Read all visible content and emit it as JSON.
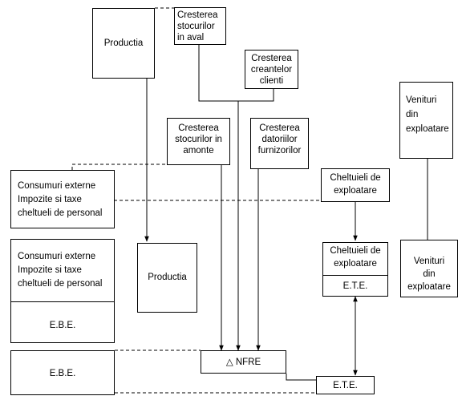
{
  "nodes": {
    "productia_top": "Productia",
    "crest_stoc_aval": [
      "Cresterea",
      "stocurilor",
      "in aval"
    ],
    "crest_creante": [
      "Cresterea",
      "creantelor",
      "clienti"
    ],
    "crest_stoc_amonte": [
      "Cresterea",
      "stocurilor in",
      "amonte"
    ],
    "crest_datorii": [
      "Cresterea",
      "datoriilor",
      "furnizorilor"
    ],
    "venituri_top": [
      "Venituri",
      "din",
      "exploatare"
    ],
    "costs_top": [
      "Consumuri externe",
      "Impozite si taxe",
      "cheltueli de personal"
    ],
    "cheltuieli_top": [
      "Cheltuieli de",
      "exploatare"
    ],
    "costs_mid": [
      "Consumuri externe",
      "Impozite si taxe",
      "cheltueli de personal"
    ],
    "ebe_mid": "E.B.E.",
    "productia_mid": "Productia",
    "cheltuieli_mid": [
      "Cheltuieli de",
      "exploatare"
    ],
    "ete_mid": "E.T.E.",
    "venituri_mid": [
      "Venituri",
      "din",
      "exploatare"
    ],
    "ebe_bottom": "E.B.E.",
    "nfre": "△ NFRE",
    "ete_bottom": "E.T.E."
  }
}
